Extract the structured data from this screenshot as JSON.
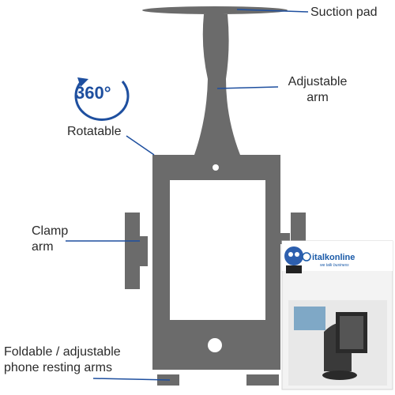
{
  "labels": {
    "suction_pad": "Suction pad",
    "adjustable_arm_1": "Adjustable",
    "adjustable_arm_2": "arm",
    "rotatable": "Rotatable",
    "badge_360": "360°",
    "clamp_arm_1": "Clamp",
    "clamp_arm_2": "arm",
    "foldable_1": "Foldable / adjustable",
    "foldable_2": "phone resting arms"
  },
  "brand": {
    "name": "italkonline",
    "tagline": "we talk business"
  },
  "colors": {
    "device_grey": "#6b6b6b",
    "callout_blue": "#1e4f9f",
    "text": "#2b2b2b"
  }
}
